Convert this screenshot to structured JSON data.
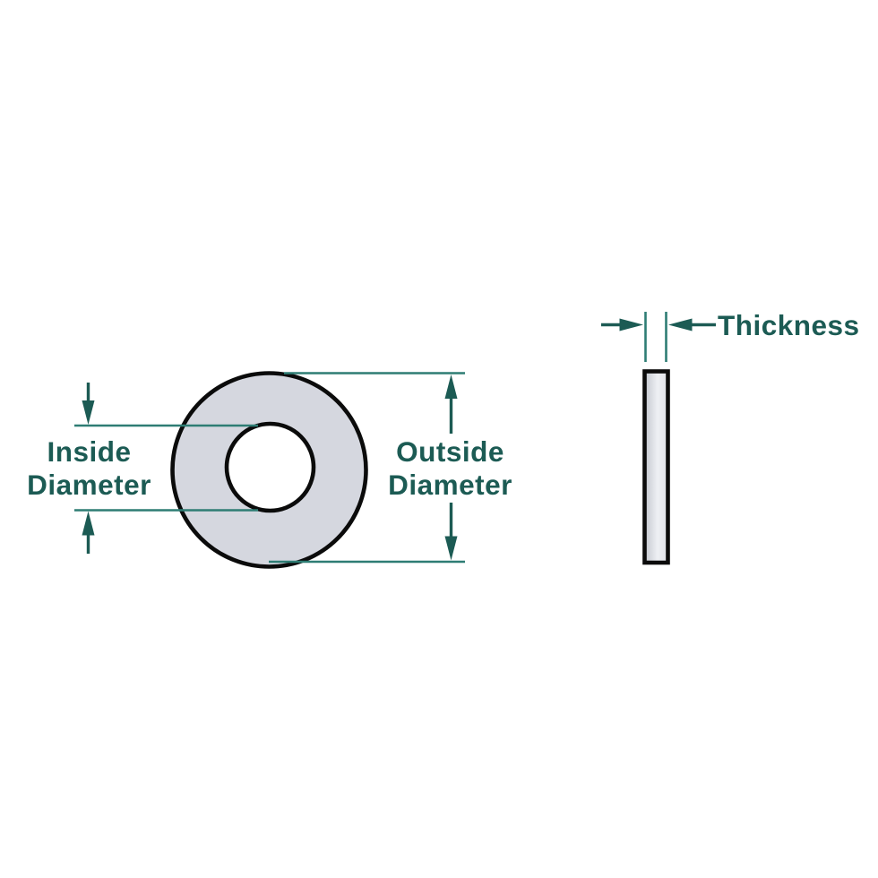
{
  "diagram": {
    "front_view": {
      "inside_diameter_label": {
        "line1": "Inside",
        "line2": "Diameter"
      },
      "outside_diameter_label": {
        "line1": "Outside",
        "line2": "Diameter"
      }
    },
    "side_view": {
      "thickness_label": "Thickness"
    },
    "colors": {
      "label_text": "#1c5b54",
      "dimension_line": "#2e7d74",
      "arrow": "#1c5b54",
      "part_outline": "#0b0b0b",
      "washer_fill": "#d5d7df",
      "hole_fill": "#ffffff",
      "side_view_fill_dark": "#c3c6ce",
      "side_view_fill_light": "#eef0f4",
      "background": "#ffffff"
    }
  }
}
